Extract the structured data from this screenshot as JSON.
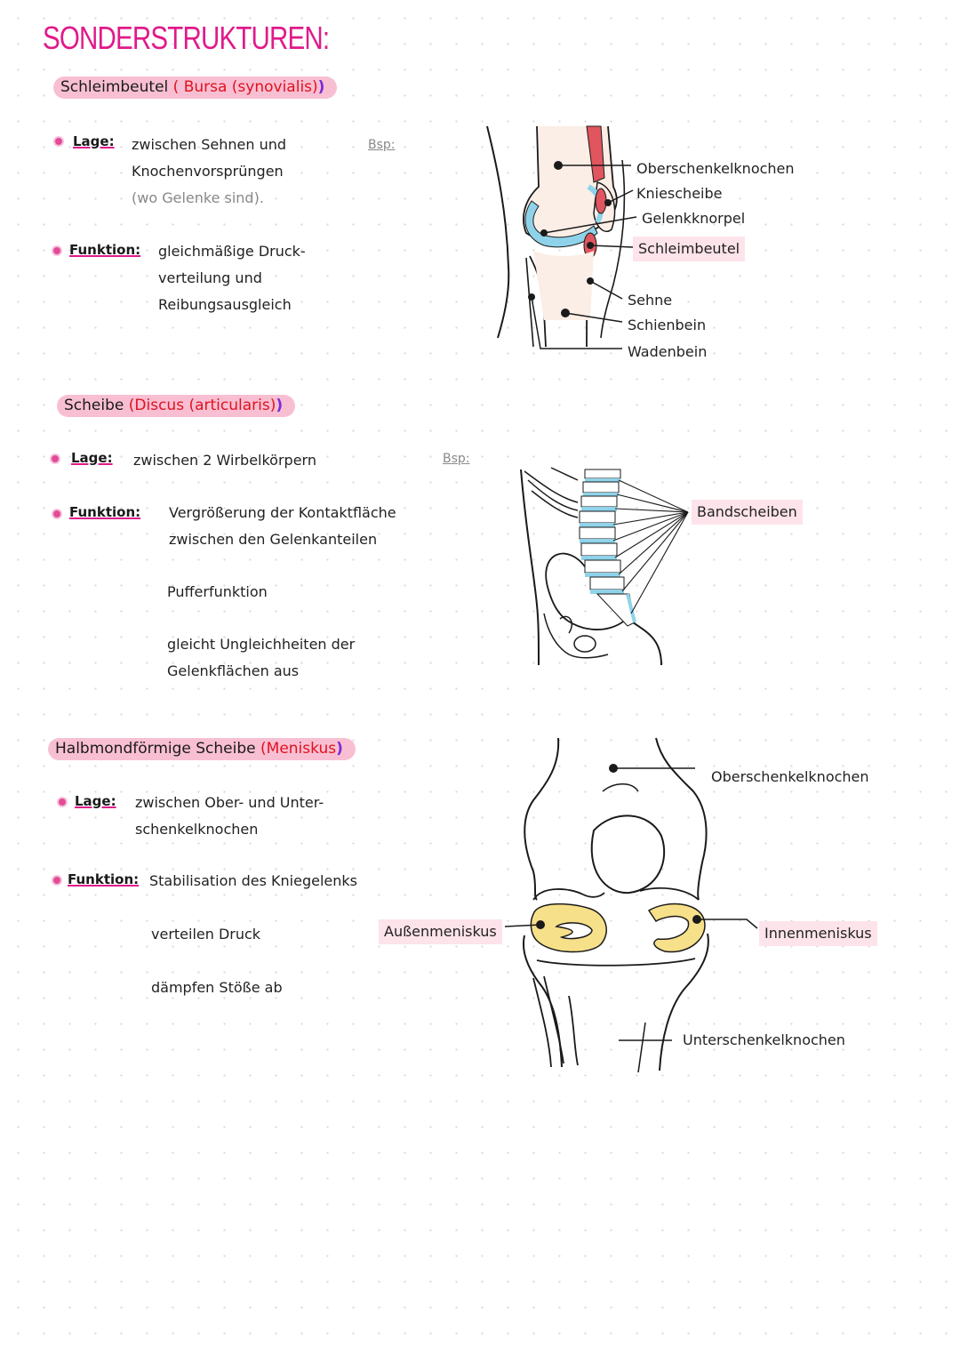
{
  "title": "SONDERSTRUKTUREN:",
  "sections": [
    {
      "heading": "Schleimbeutel",
      "heading_paren": "( Bursa (synovialis)",
      "heading_close": ")",
      "lage_label": "Lage:",
      "lage_lines": [
        "zwischen Sehnen und",
        "Knochenvorsprüngen",
        "(wo Gelenke sind)."
      ],
      "funktion_label": "Funktion:",
      "funktion_lines": [
        "gleichmäßige Druck-",
        "verteilung und",
        "Reibungsausgleich"
      ],
      "bsp": "Bsp:",
      "figure_labels": [
        "Oberschenkelknochen",
        "Kniescheibe",
        "Gelenkknorpel",
        "Schleimbeutel",
        "Sehne",
        "Schienbein",
        "Wadenbein"
      ]
    },
    {
      "heading": "Scheibe",
      "heading_paren": "(Discus (articularis)",
      "heading_close": ")",
      "lage_label": "Lage:",
      "lage_lines": [
        "zwischen 2 Wirbelkörpern"
      ],
      "funktion_label": "Funktion:",
      "funktion_lines": [
        "Vergrößerung der Kontaktfläche",
        "zwischen den Gelenkanteilen"
      ],
      "extra_lines": [
        "Pufferfunktion",
        "gleicht Ungleichheiten der",
        "Gelenkflächen aus"
      ],
      "bsp": "Bsp:",
      "figure_labels": [
        "Bandscheiben"
      ]
    },
    {
      "heading": "Halbmondförmige Scheibe",
      "heading_paren": "(Meniskus",
      "heading_close": ")",
      "lage_label": "Lage:",
      "lage_lines": [
        "zwischen Ober- und Unter-",
        "schenkelknochen"
      ],
      "funktion_label": "Funktion:",
      "funktion_lines": [
        "Stabilisation des Kniegelenks"
      ],
      "extra_lines": [
        "verteilen Druck",
        "dämpfen Stöße ab"
      ],
      "figure_labels": [
        "Oberschenkelknochen",
        "Außenmeniskus",
        "Innenmeniskus",
        "Unterschenkelknochen"
      ]
    }
  ],
  "colors": {
    "title": "#e01a8a",
    "heading_bg": "#f8bfd3",
    "paren_text": "#e0121e",
    "bullet": "#e34b96",
    "cartilage": "#8fd3ea",
    "bursa": "#e0555e",
    "meniscus": "#f7e08a",
    "label_highlight": "#fde3ea"
  }
}
